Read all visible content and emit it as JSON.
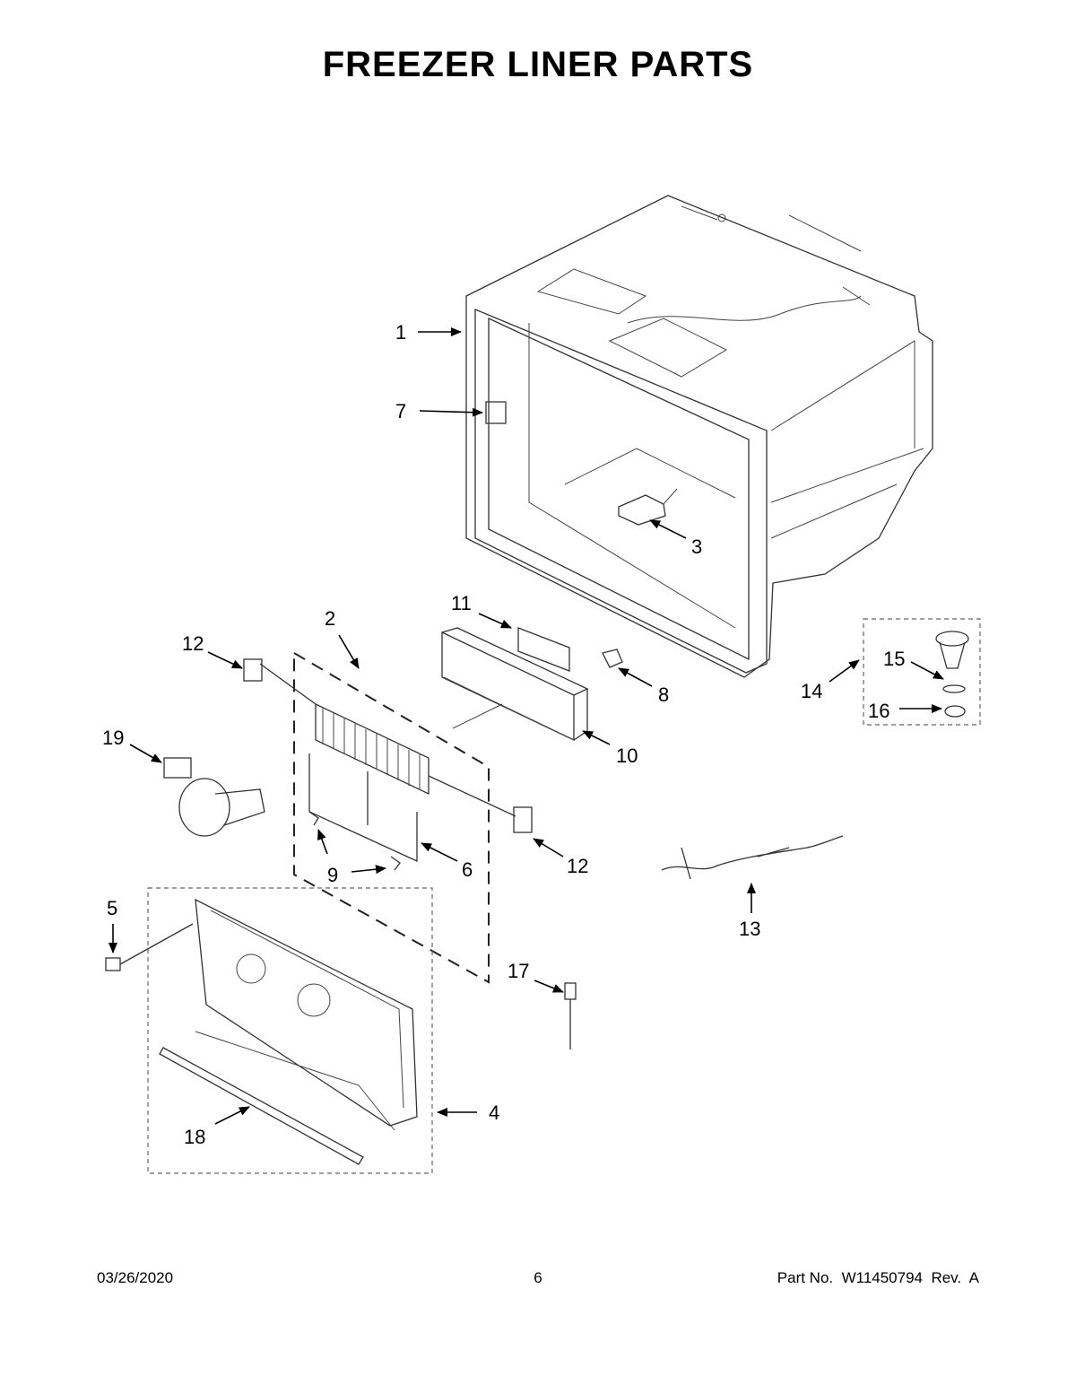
{
  "title": "FREEZER LINER PARTS",
  "callouts": {
    "c1": "1",
    "c2": "2",
    "c3": "3",
    "c4": "4",
    "c5": "5",
    "c6": "6",
    "c7": "7",
    "c8": "8",
    "c9": "9",
    "c10": "10",
    "c11": "11",
    "c12a": "12",
    "c12b": "12",
    "c13": "13",
    "c14": "14",
    "c15": "15",
    "c16": "16",
    "c17": "17",
    "c18": "18",
    "c19": "19"
  },
  "footer": {
    "date": "03/26/2020",
    "page": "6",
    "part_no": "Part No.  W11450794  Rev.  A"
  }
}
